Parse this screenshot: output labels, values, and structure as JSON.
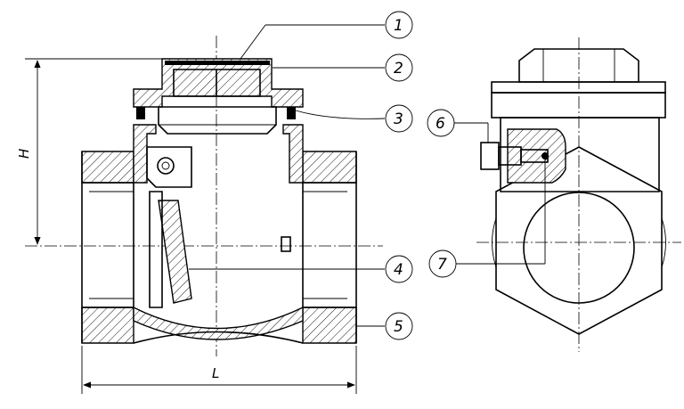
{
  "callouts": [
    {
      "id": "1",
      "text": "1"
    },
    {
      "id": "2",
      "text": "2"
    },
    {
      "id": "3",
      "text": "3"
    },
    {
      "id": "4",
      "text": "4"
    },
    {
      "id": "5",
      "text": "5"
    },
    {
      "id": "6",
      "text": "6"
    },
    {
      "id": "7",
      "text": "7"
    }
  ],
  "dimensions": {
    "height_label": "H",
    "length_label": "L"
  }
}
